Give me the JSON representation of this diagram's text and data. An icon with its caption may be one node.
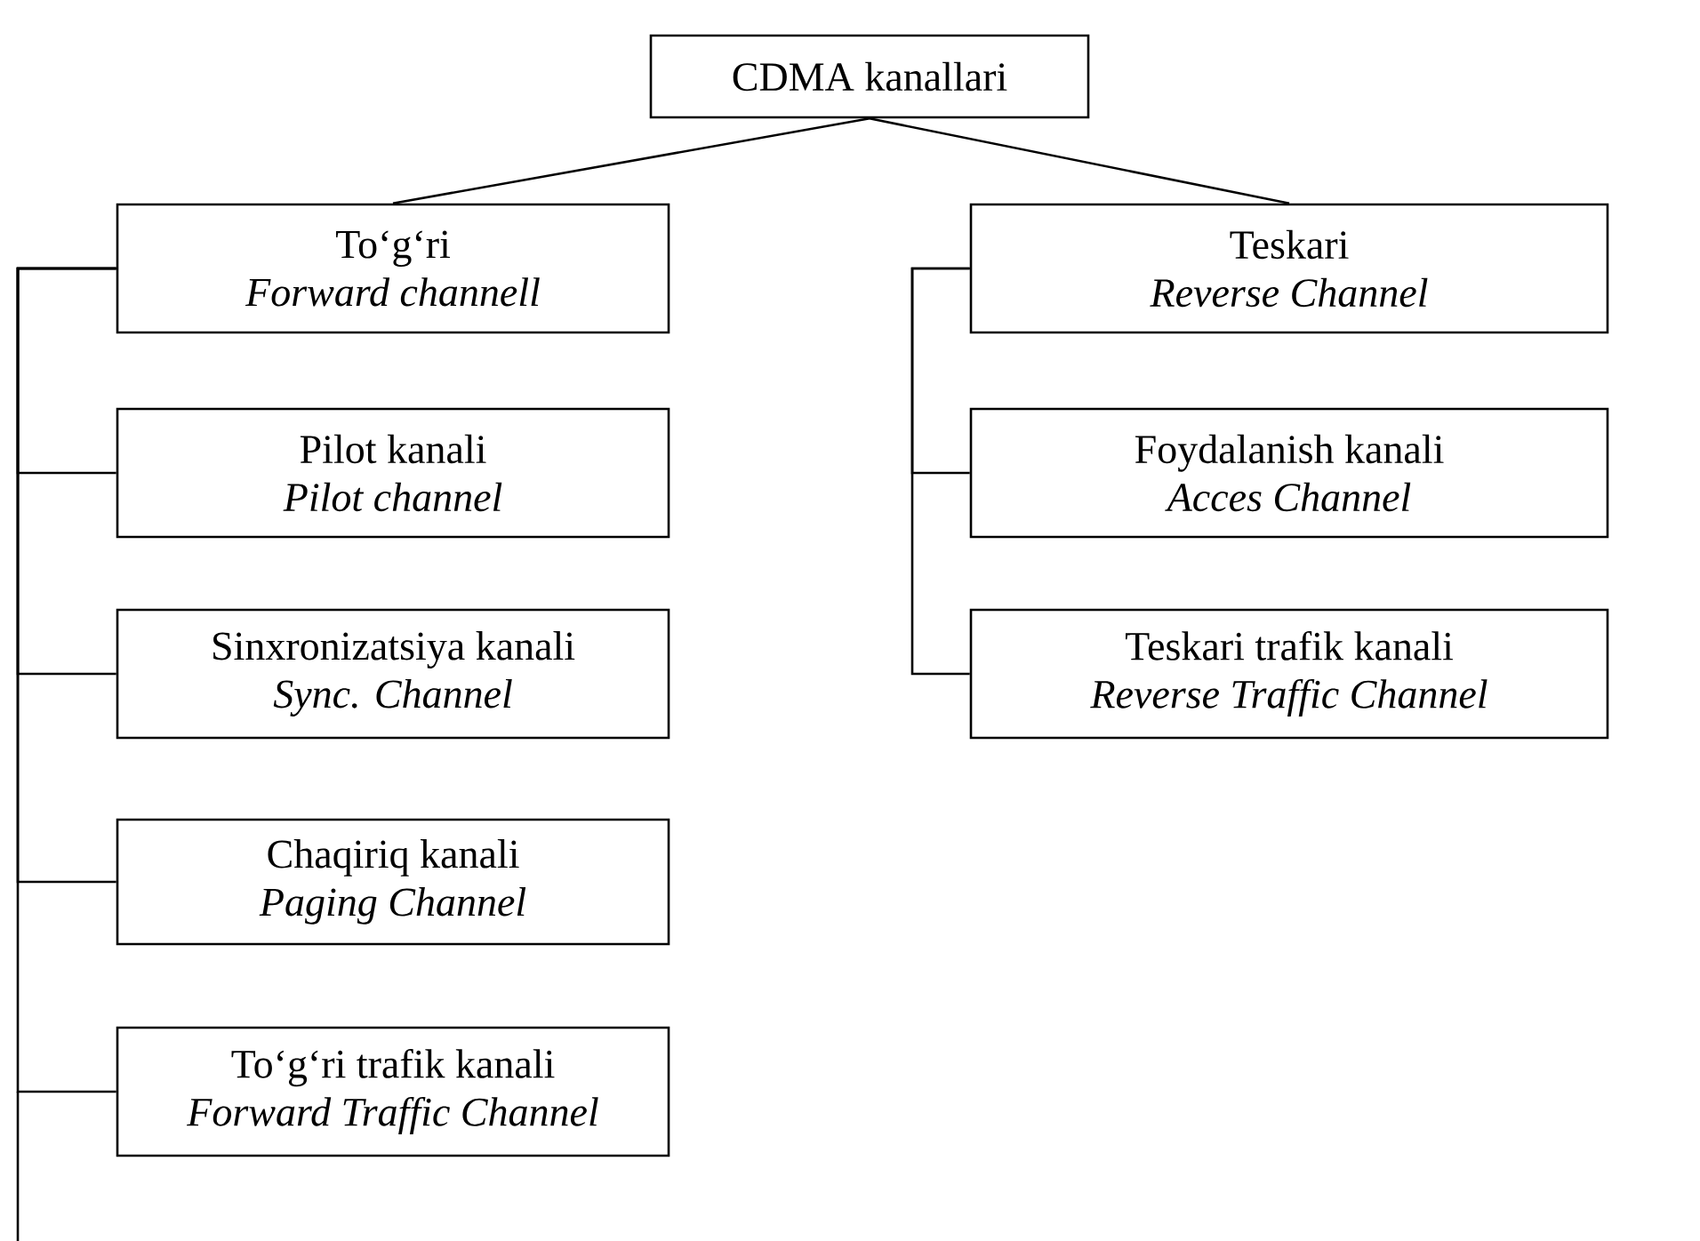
{
  "diagram": {
    "nodes": [
      {
        "text": [
          "CDMA kanallari"
        ]
      },
      {
        "text": [
          "To‘g‘ri",
          "Forward channell"
        ]
      },
      {
        "text": [
          "Pilot kanali",
          "Pilot channel"
        ]
      },
      {
        "text": [
          "Sinxronizatsiya kanali",
          "Sync. Channel"
        ]
      },
      {
        "text": [
          "Chaqiriq kanali",
          "Paging Channel"
        ]
      },
      {
        "text": [
          "To‘g‘ri trafik kanali",
          "Forward Traffic Channel"
        ]
      },
      {
        "text": [
          "Teskari",
          "Reverse Channel"
        ]
      },
      {
        "text": [
          "Foydalanish kanali",
          "Acces Channel"
        ]
      },
      {
        "text": [
          "Teskari trafik kanali",
          "Reverse Traffic Channel"
        ]
      }
    ],
    "edges": [
      {
        "from": 0,
        "to": 1,
        "arrow": "none"
      },
      {
        "from": 0,
        "to": 6,
        "arrow": "none"
      },
      {
        "from": 1,
        "to": 2,
        "arrow": "none"
      },
      {
        "from": 1,
        "to": 3,
        "arrow": "none"
      },
      {
        "from": 1,
        "to": 4,
        "arrow": "none"
      },
      {
        "from": 1,
        "to": 5,
        "arrow": "none"
      },
      {
        "from": 6,
        "to": 7,
        "arrow": "none"
      },
      {
        "from": 6,
        "to": 8,
        "arrow": "none"
      }
    ]
  }
}
